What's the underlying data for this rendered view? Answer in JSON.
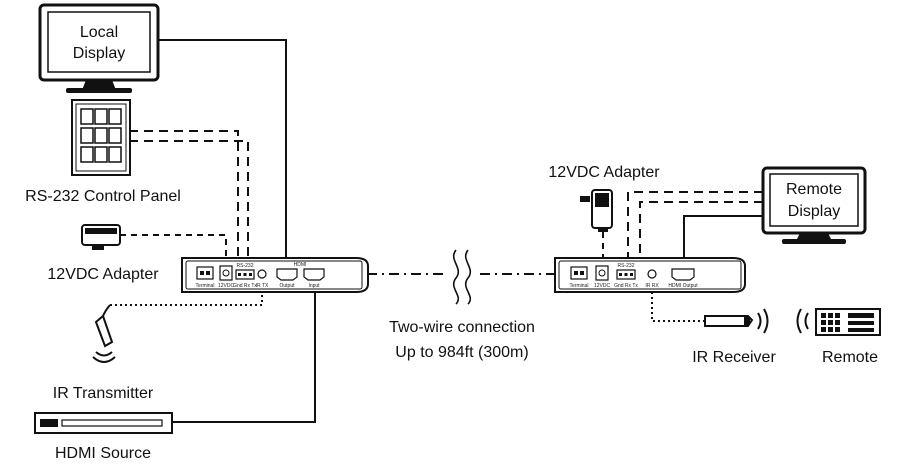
{
  "labels": {
    "local_display_line1": "Local",
    "local_display_line2": "Display",
    "rs232_panel": "RS-232 Control Panel",
    "adapter_left": "12VDC Adapter",
    "ir_transmitter": "IR Transmitter",
    "hdmi_source": "HDMI Source",
    "connection_line1": "Two-wire connection",
    "connection_line2": "Up to 984ft (300m)",
    "adapter_right": "12VDC Adapter",
    "remote_display_line1": "Remote",
    "remote_display_line2": "Display",
    "ir_receiver": "IR Receiver",
    "remote": "Remote"
  },
  "transmitter_ports": {
    "terminal": "Terminal",
    "power": "12VDC",
    "rs232": "RS-232",
    "rs232_pins": "Gnd Rx Tx",
    "ir": "IR TX",
    "hdmi": "HDMI",
    "hdmi_out": "Output",
    "hdmi_in": "Input"
  },
  "receiver_ports": {
    "terminal": "Terminal",
    "power": "12VDC",
    "rs232": "RS-232",
    "rs232_pins": "Gnd Rx Tx",
    "ir": "IR RX",
    "hdmi_out": "HDMI Output"
  },
  "colors": {
    "line": "#111111",
    "background": "#ffffff"
  }
}
